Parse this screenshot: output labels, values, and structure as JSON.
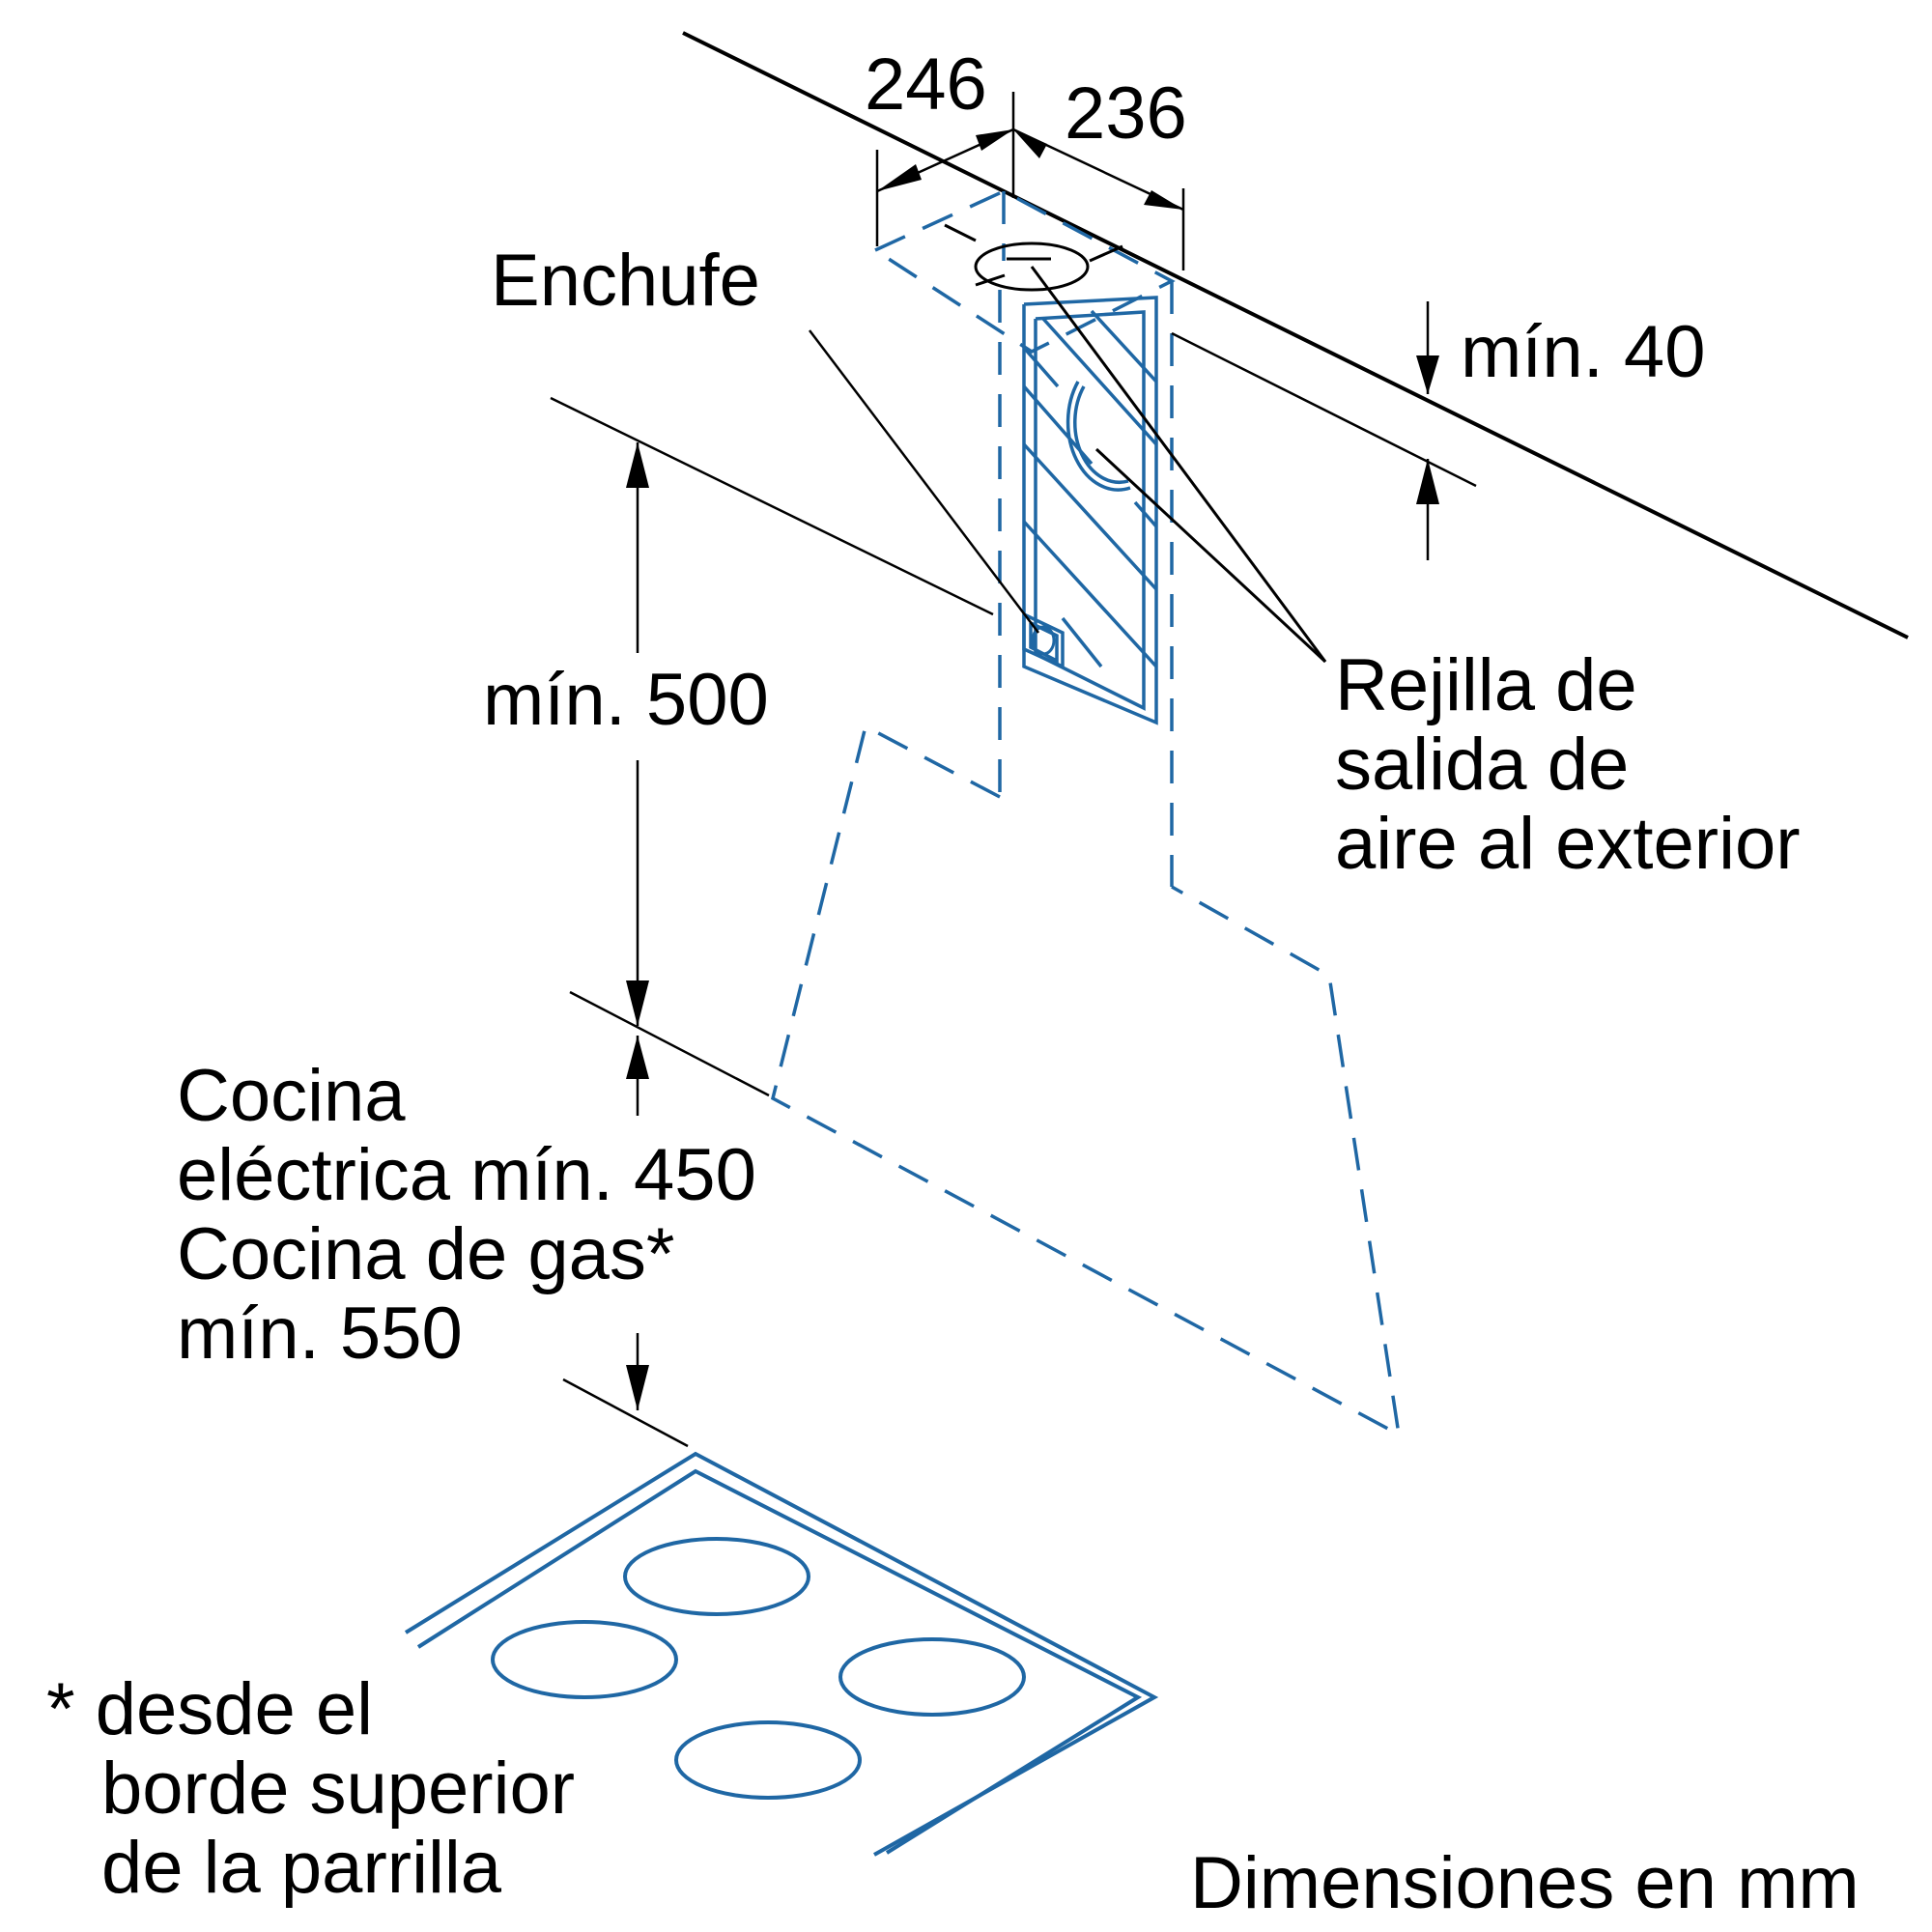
{
  "dimensions": {
    "width_a": "246",
    "width_b": "236",
    "min_ceiling_gap": "mín. 40",
    "min_hood_height": "mín. 500"
  },
  "labels": {
    "socket": "Enchufe",
    "exhaust_grille": [
      "Rejilla de",
      "salida de",
      "aire al exterior"
    ],
    "hob_clearance": [
      "Cocina",
      "eléctrica mín. 450",
      "Cocina de gas*",
      "mín. 550"
    ],
    "footnote": [
      "* desde el",
      "borde superior",
      "de la parrilla"
    ],
    "units_note": "Dimensiones en mm"
  },
  "colors": {
    "outline_blue": "#1f67a4",
    "ink": "#000000"
  }
}
